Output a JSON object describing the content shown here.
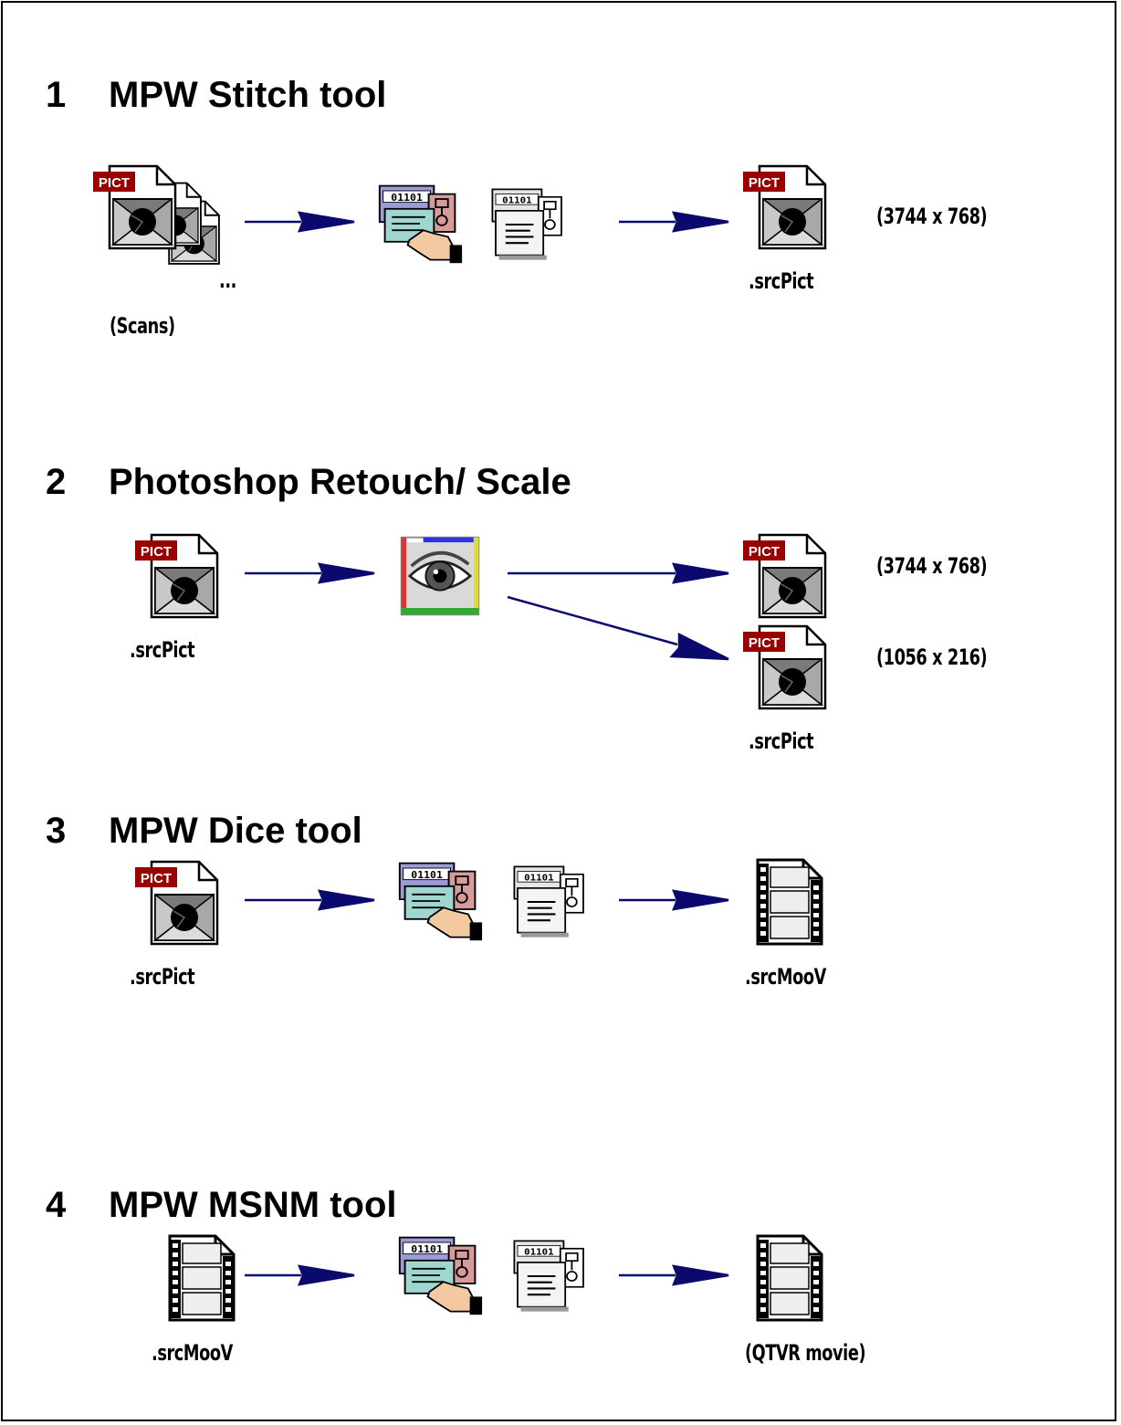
{
  "steps": [
    {
      "number": "1",
      "title": "MPW Stitch tool",
      "labels": {
        "source_ellipsis": "...",
        "source": "(Scans)",
        "output": ".srcPict",
        "dimensions": "(3744 x 768)"
      },
      "icons": [
        "pict-file-stack-icon",
        "mpw-tool-hand-icon",
        "mpw-tool-icon",
        "pict-file-icon"
      ]
    },
    {
      "number": "2",
      "title": "Photoshop Retouch/ Scale",
      "labels": {
        "source": ".srcPict",
        "output": ".srcPict",
        "dimensions_large": "(3744 x 768)",
        "dimensions_small": "(1056 x 216)"
      },
      "icons": [
        "pict-file-icon",
        "photoshop-eye-icon",
        "pict-file-icon",
        "pict-file-icon"
      ]
    },
    {
      "number": "3",
      "title": "MPW Dice tool",
      "labels": {
        "source": ".srcPict",
        "output": ".srcMooV"
      },
      "icons": [
        "pict-file-icon",
        "mpw-tool-hand-icon",
        "mpw-tool-icon",
        "movie-file-icon"
      ]
    },
    {
      "number": "4",
      "title": "MPW MSNM tool",
      "labels": {
        "source": ".srcMooV",
        "output": "(QTVR movie)"
      },
      "icons": [
        "movie-file-icon",
        "mpw-tool-hand-icon",
        "mpw-tool-icon",
        "movie-file-icon"
      ]
    }
  ],
  "icon_text": {
    "pict": "PICT",
    "binary": "01101"
  },
  "colors": {
    "arrow": "#0a0a6e",
    "pict_tab": "#990000",
    "tool_back": "#9b9bd8",
    "tool_front": "#9fd6cf",
    "frame": "#000000"
  }
}
